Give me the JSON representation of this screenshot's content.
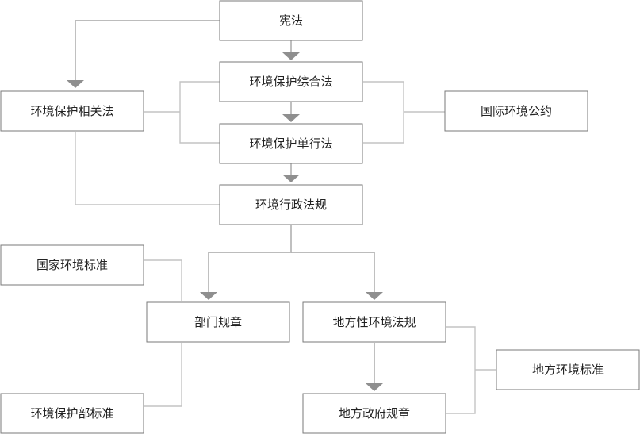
{
  "nodes": {
    "constitution": "宪法",
    "env_related_law": "环境保护相关法",
    "env_comprehensive_law": "环境保护综合法",
    "intl_env_convention": "国际环境公约",
    "env_specific_law": "环境保护单行法",
    "env_admin_regulation": "环境行政法规",
    "national_env_standard": "国家环境标准",
    "dept_rules": "部门规章",
    "local_env_regulation": "地方性环境法规",
    "local_env_standard": "地方环境标准",
    "env_dept_standard": "环境保护部标准",
    "local_gov_rules": "地方政府规章"
  }
}
